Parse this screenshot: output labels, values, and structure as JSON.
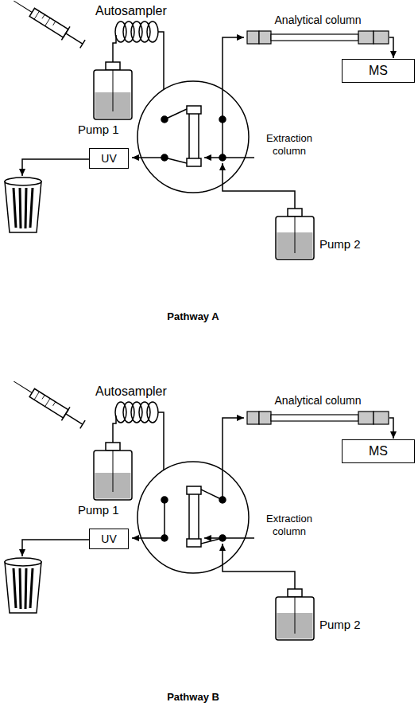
{
  "diagram": {
    "nodes": [
      {
        "text": [
          "Analytical column"
        ]
      },
      {
        "text": [
          "MS"
        ]
      },
      {
        "text": [
          "Pump 1"
        ]
      },
      {
        "text": [
          "UV"
        ]
      },
      {
        "text": [
          "Pump 2"
        ]
      },
      {
        "text": [
          "Analytical column"
        ]
      },
      {
        "text": [
          "MS"
        ]
      },
      {
        "text": [
          "Pump 1"
        ]
      },
      {
        "text": [
          "UV"
        ]
      },
      {
        "text": [
          "Pump 2"
        ]
      }
    ],
    "edges": [
      {
        "from": 0,
        "to": 1,
        "arrow": "to"
      },
      {
        "from": 5,
        "to": 6,
        "arrow": "to"
      }
    ],
    "labels": [
      "Autosampler",
      "Extraction column",
      "Pathway A",
      "Autosampler",
      "Extraction column",
      "Pathway B"
    ]
  }
}
